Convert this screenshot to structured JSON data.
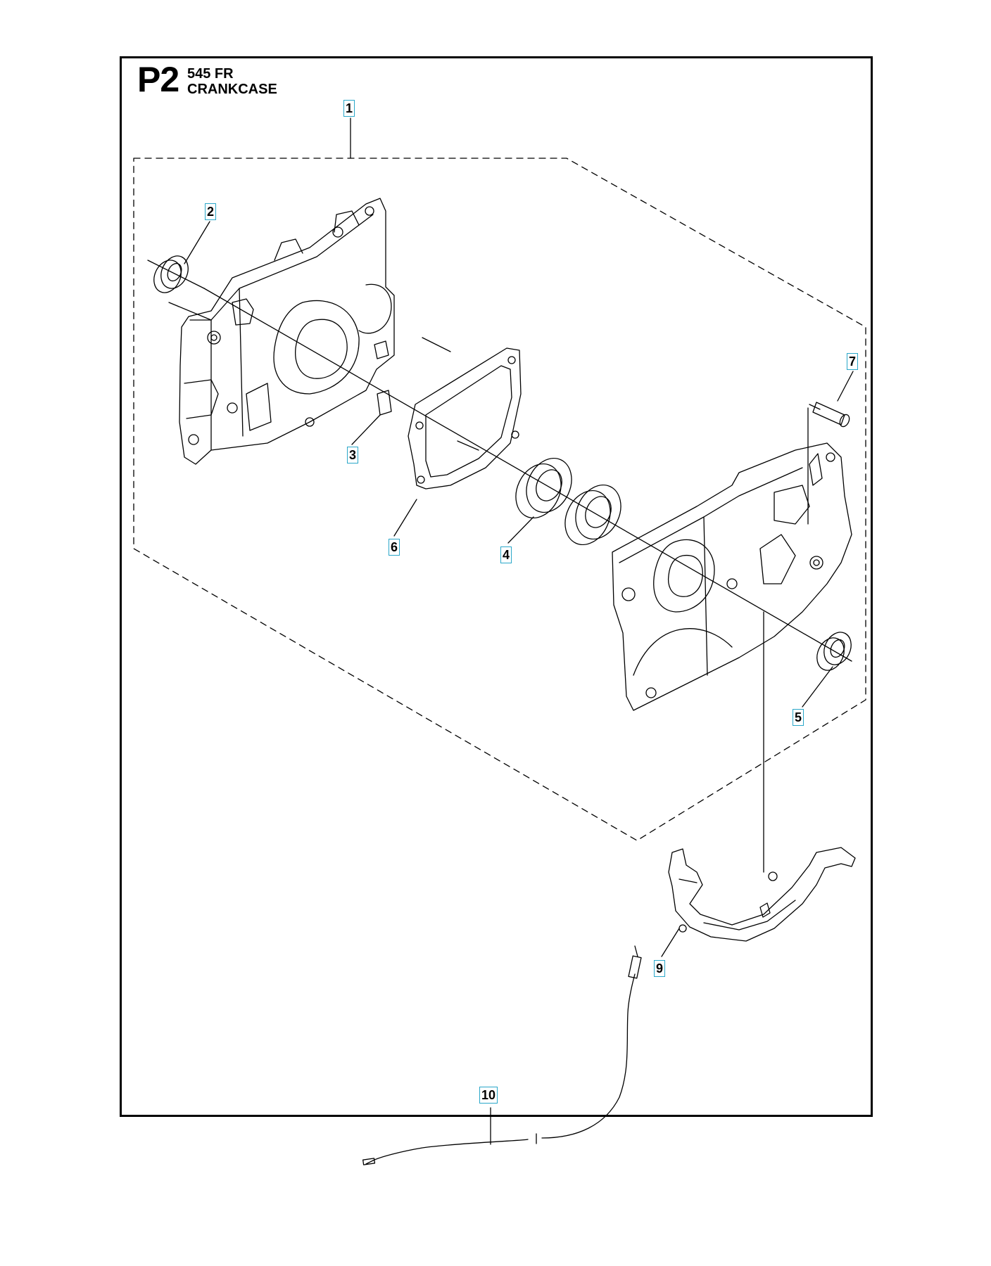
{
  "header": {
    "page_code": "P2",
    "model": "545 FR",
    "section": "CRANKCASE"
  },
  "callouts": [
    {
      "id": "c1",
      "label": "1"
    },
    {
      "id": "c2",
      "label": "2"
    },
    {
      "id": "c3",
      "label": "3"
    },
    {
      "id": "c4",
      "label": "4"
    },
    {
      "id": "c5",
      "label": "5"
    },
    {
      "id": "c6",
      "label": "6"
    },
    {
      "id": "c7",
      "label": "7"
    },
    {
      "id": "c9",
      "label": "9"
    },
    {
      "id": "c10",
      "label": "10"
    }
  ],
  "colors": {
    "line": "#000000",
    "callout_border": "#2aa7c9"
  }
}
